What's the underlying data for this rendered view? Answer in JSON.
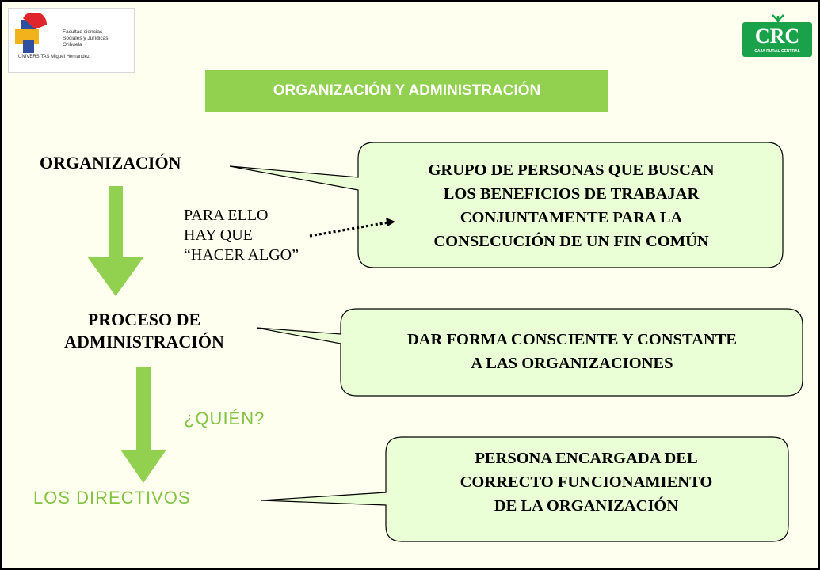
{
  "logos": {
    "left": {
      "line1": "Facultad ciencias",
      "line2": "Sociales y Jurídicas",
      "line3": "Orihuela",
      "line4": "UNIVERSITAS Miguel Hernández"
    },
    "right": {
      "acronym": "CRC",
      "subtitle": "CAJA RURAL CENTRAL"
    }
  },
  "title": "ORGANIZACIÓN Y ADMINISTRACIÓN",
  "nodes": {
    "organizacion": "ORGANIZACIÓN",
    "proceso_line1": "PROCESO DE",
    "proceso_line2": "ADMINISTRACIÓN",
    "directivos": "LOS DIRECTIVOS"
  },
  "side_notes": {
    "para_ello": [
      "PARA ELLO",
      "HAY QUE",
      "“HACER ALGO”"
    ],
    "quien": "¿QUIÉN?"
  },
  "callouts": {
    "definicion_organizacion": [
      "GRUPO DE PERSONAS QUE BUSCAN",
      "LOS BENEFICIOS DE TRABAJAR",
      "CONJUNTAMENTE PARA LA",
      "CONSECUCIÓN DE UN FIN COMÚN"
    ],
    "definicion_administracion": [
      "DAR FORMA CONSCIENTE Y CONSTANTE",
      "A LAS ORGANIZACIONES"
    ],
    "definicion_directivo": [
      "PERSONA ENCARGADA DEL",
      "CORRECTO FUNCIONAMIENTO",
      "DE LA ORGANIZACIÓN"
    ]
  },
  "colors": {
    "accent_green": "#92d050",
    "callout_fill": "#ebffd6",
    "arrow_green": "#92d050",
    "label_green": "#82c341",
    "slide_background": "#fffff0",
    "brand_green": "#19a24a"
  }
}
